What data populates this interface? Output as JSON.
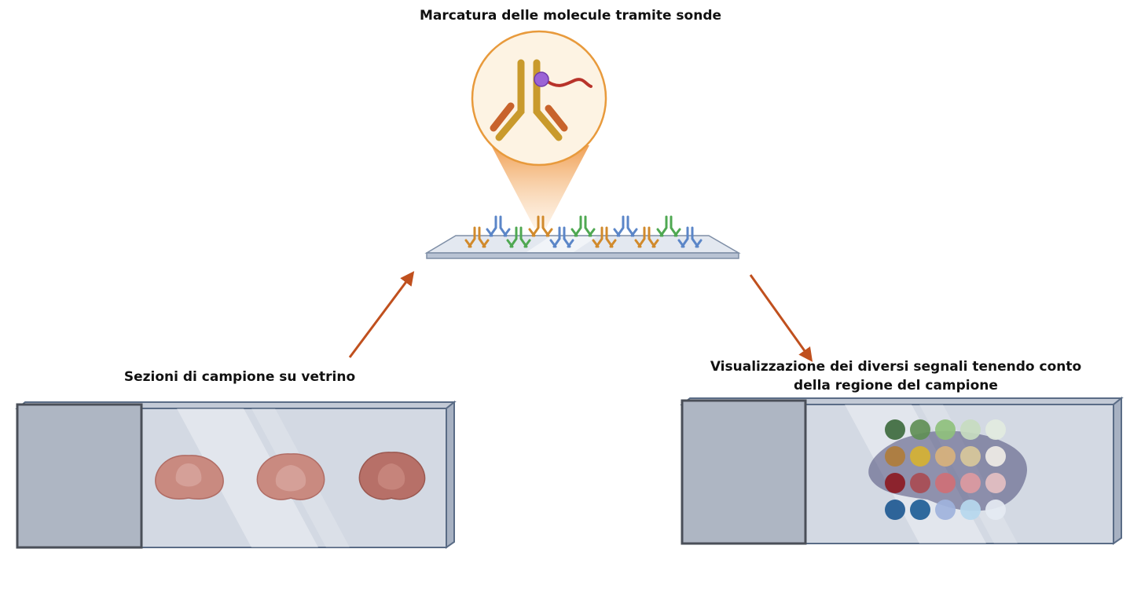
{
  "labels": {
    "top": "Marcatura delle molecule tramite sonde",
    "left": "Sezioni di campione su vetrino",
    "right_line1": "Visualizzazione dei diversi segnali tenendo conto",
    "right_line2": "della regione del campione"
  },
  "colors": {
    "arrow": "#c0501e",
    "antibody_orange": "#d18a2c",
    "antibody_blue": "#5b86c8",
    "antibody_green": "#4fa852",
    "zoom_circle": "#fdf3e3",
    "zoom_border": "#e89a3c",
    "tissue": "#c98a80",
    "slide": "#d3d9e3",
    "frosted_end": "#aeb6c3",
    "slide_edge": "#5a6c86"
  },
  "dot_grid": [
    [
      "#3e6b3e",
      "#5f8f55",
      "#8fc07c",
      "#c7dcc0",
      "#e2ebdf"
    ],
    [
      "#b07d3a",
      "#d6b232",
      "#d8b27c",
      "#d8c89a",
      "#efece6"
    ],
    [
      "#8c1a22",
      "#a94c52",
      "#cf7076",
      "#dd9aa0",
      "#e4bfc2"
    ],
    [
      "#1f5a93",
      "#1e5e96",
      "#9fb3dc",
      "#b6d8ee",
      "#e5eaf2"
    ]
  ]
}
